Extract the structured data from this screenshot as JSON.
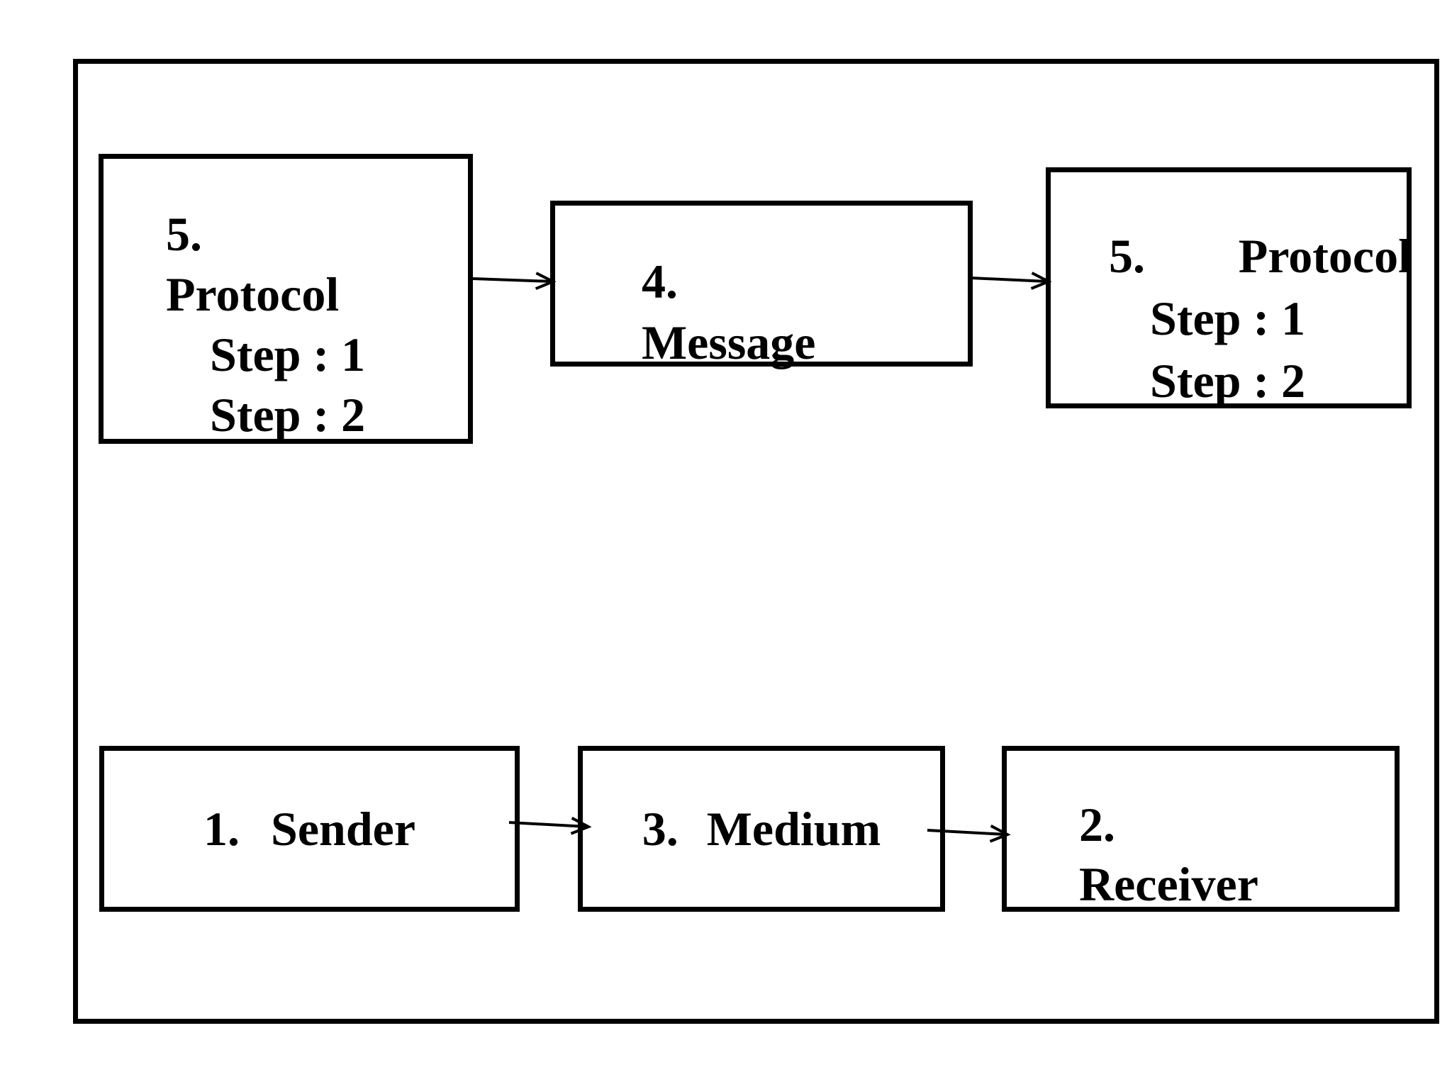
{
  "diagram": {
    "background_color": "#ffffff",
    "ink_color": "#000000",
    "boxes": {
      "protocol_sender": {
        "num": "5.",
        "title": "Protocol",
        "steps": [
          "Step : 1",
          "Step : 2"
        ]
      },
      "message": {
        "num": "4.",
        "title": "Message"
      },
      "protocol_receiver": {
        "num": "5.",
        "title": "Protocol",
        "steps": [
          "Step : 1",
          "Step : 2"
        ]
      },
      "sender": {
        "num": "1.",
        "title": "Sender"
      },
      "medium": {
        "num": "3.",
        "title": "Medium"
      },
      "receiver": {
        "num": "2.",
        "title": "Receiver"
      }
    },
    "arrows": [
      {
        "from": "protocol_sender",
        "to": "message"
      },
      {
        "from": "message",
        "to": "protocol_receiver"
      },
      {
        "from": "sender",
        "to": "medium"
      },
      {
        "from": "medium",
        "to": "receiver"
      }
    ]
  }
}
